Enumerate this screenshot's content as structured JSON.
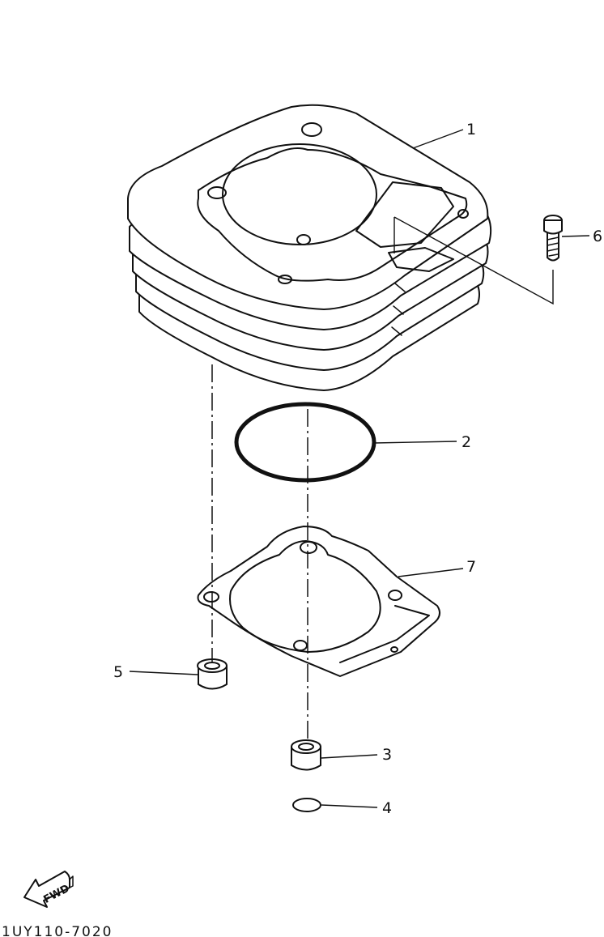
{
  "callouts": {
    "c1": "1",
    "c2": "2",
    "c3": "3",
    "c4": "4",
    "c5": "5",
    "c6": "6",
    "c7": "7"
  },
  "fwd_label": "FWD",
  "diagram_code": "1UY110-7020"
}
